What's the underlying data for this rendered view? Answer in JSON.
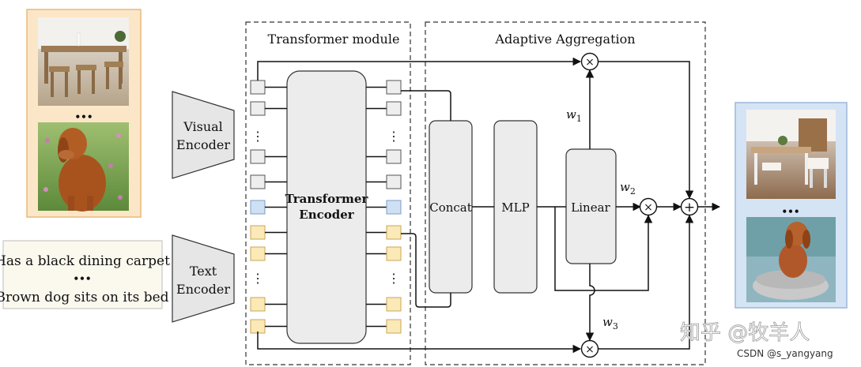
{
  "modules": {
    "transformer_module_title": "Transformer module",
    "adaptive_aggregation_title": "Adaptive Aggregation"
  },
  "encoders": {
    "visual": [
      "Visual",
      "Encoder"
    ],
    "text": [
      "Text",
      "Encoder"
    ]
  },
  "transformer_encoder": [
    "Transformer",
    "Encoder"
  ],
  "blocks": {
    "concat": "Concat",
    "mlp": "MLP",
    "linear": "Linear"
  },
  "weights": {
    "w1": "w",
    "w1_sub": "1",
    "w2": "w",
    "w2_sub": "2",
    "w3": "w",
    "w3_sub": "3"
  },
  "operators": {
    "multiply": "×",
    "add": "+"
  },
  "ellipsis": {
    "vertical": "⋮",
    "horizontal": "•••"
  },
  "text_input": {
    "line1": "Has a black dining carpet",
    "line2": "Brown dog sits on its bed"
  },
  "watermark": {
    "zhihu": "知乎 @牧羊人",
    "csdn": "CSDN @s_yangyang"
  },
  "colors": {
    "input_panel_bg": "#fce6c8",
    "input_panel_border": "#e8b87a",
    "output_panel_bg": "#d5e4f5",
    "output_panel_border": "#9cb7d8",
    "token_gray": "#eeeeee",
    "token_blue": "#cfe0f5",
    "token_yellow": "#fbe9b7",
    "block_fill": "#ececec"
  }
}
